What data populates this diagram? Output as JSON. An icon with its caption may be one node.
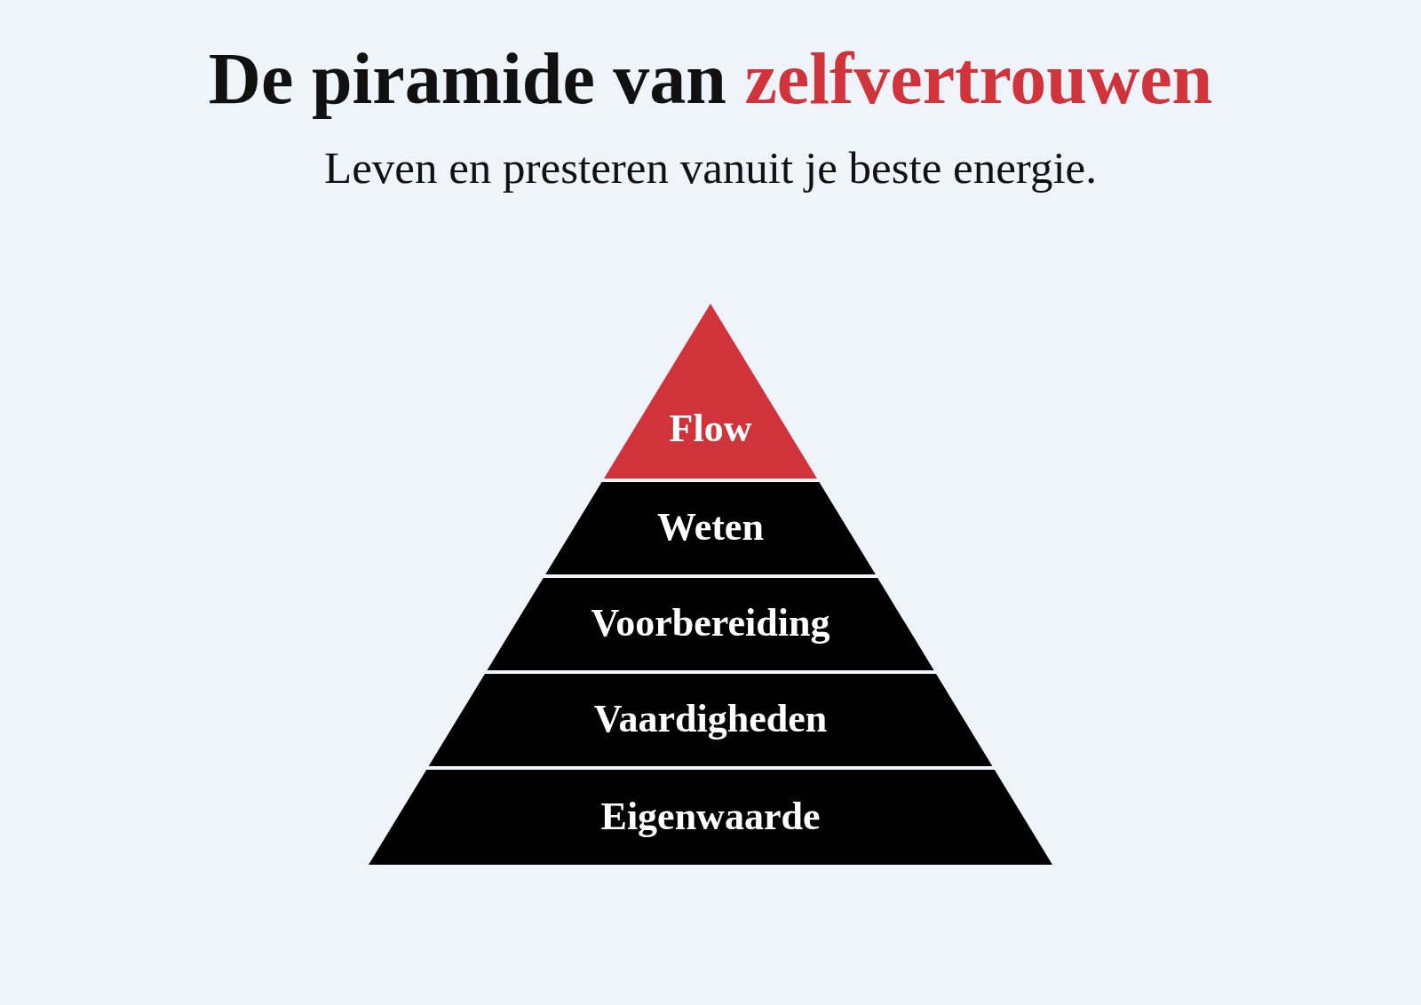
{
  "diagram": {
    "title": "De piramide van zelfvertrouwen",
    "nodes": [
      {
        "text": [
          "Flow"
        ]
      },
      {
        "text": [
          "Weten"
        ]
      },
      {
        "text": [
          "Voorbereiding"
        ]
      },
      {
        "text": [
          "Vaardigheden"
        ]
      },
      {
        "text": [
          "Eigenwaarde"
        ]
      }
    ],
    "labels": [
      "Leven en presteren vanuit je beste energie."
    ]
  }
}
